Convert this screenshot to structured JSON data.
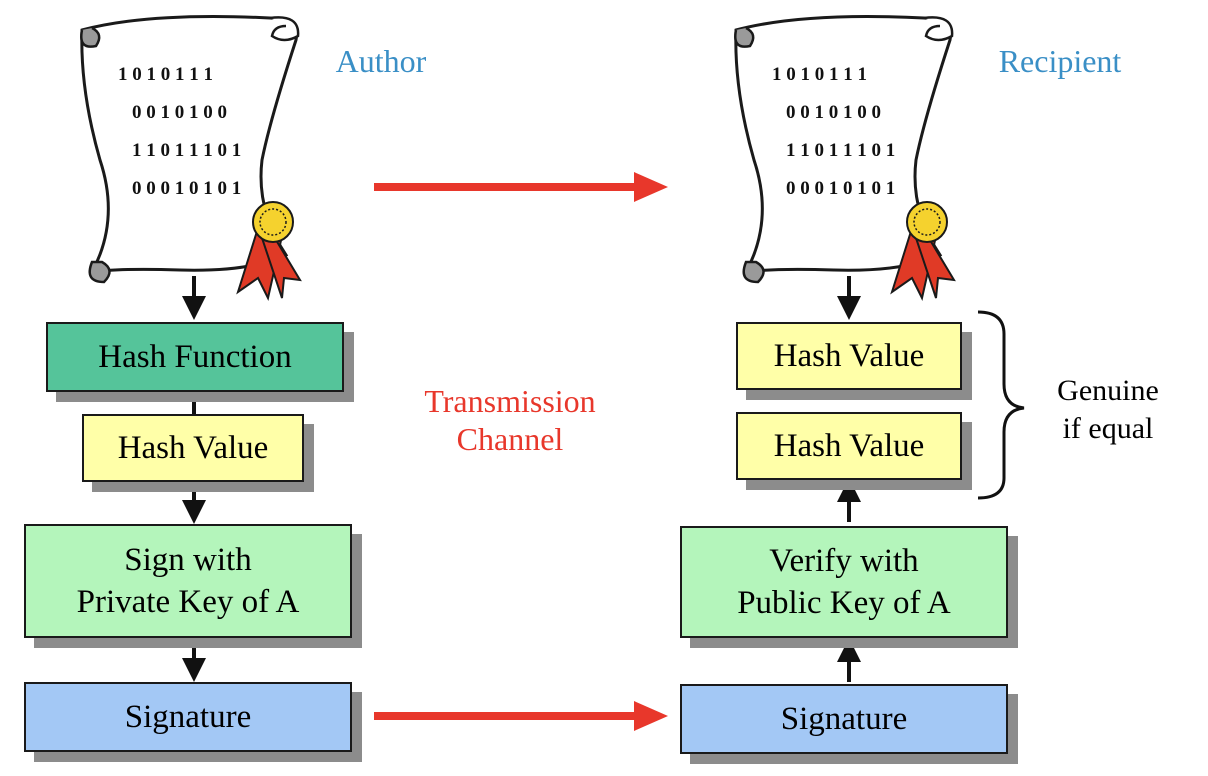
{
  "colors": {
    "blue_text": "#3a8fc6",
    "red_text": "#e8372b",
    "hash_function_fill": "#55c49a",
    "hash_value_fill": "#ffffa8",
    "sign_fill": "#b4f5bb",
    "signature_fill": "#a3c8f5",
    "scroll_fill": "#ffffff",
    "seal_gold": "#f5d22e",
    "ribbon_red": "#e03a26"
  },
  "author": {
    "label": "Author",
    "document_lines": [
      "1 0 1 0 1 1 1",
      "0 0 1 0 1 0 0",
      "1 1 0 1 1 1 0 1",
      "0 0 0 1 0 1 0 1"
    ],
    "hash_function": "Hash Function",
    "hash_value": "Hash Value",
    "sign_line1": "Sign with",
    "sign_line2": "Private Key of A",
    "signature": "Signature"
  },
  "recipient": {
    "label": "Recipient",
    "document_lines": [
      "1 0 1 0 1 1 1",
      "0 0 1 0 1 0 0",
      "1 1 0 1 1 1 0 1",
      "0 0 0 1 0 1 0 1"
    ],
    "hash_value_top": "Hash Value",
    "hash_value_bottom": "Hash Value",
    "verify_line1": "Verify with",
    "verify_line2": "Public Key of A",
    "signature": "Signature"
  },
  "channel": {
    "line1": "Transmission",
    "line2": "Channel"
  },
  "comparison": {
    "line1": "Genuine",
    "line2": "if equal"
  }
}
